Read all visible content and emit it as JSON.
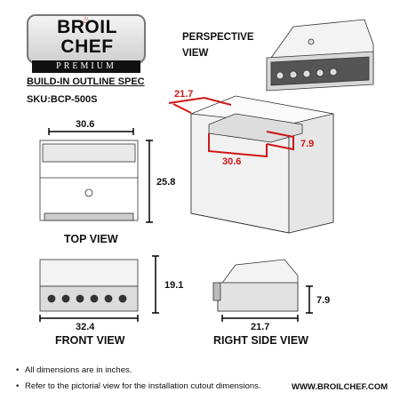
{
  "logo": {
    "line1": "BROIL",
    "line2": "CHEF",
    "sub": "PREMIUM"
  },
  "spec_title": "BUILD-IN OUTLINE SPEC",
  "sku": "SKU:BCP-500S",
  "perspective": {
    "line1": "PERSPECTIVE",
    "line2": "VIEW"
  },
  "cutout": {
    "depth": "21.7",
    "height": "7.9",
    "width": "30.6",
    "color": "#d01616"
  },
  "top_view": {
    "title": "TOP VIEW",
    "width": "30.6",
    "depth": "25.8"
  },
  "front_view": {
    "title": "FRONT VIEW",
    "width": "32.4",
    "height": "19.1"
  },
  "right_side_view": {
    "title": "RIGHT SIDE VIEW",
    "depth": "21.7",
    "height": "7.9"
  },
  "notes": [
    "All dimensions are in inches.",
    "Refer to the pictorial view for the installation cutout dimensions."
  ],
  "website": "WWW.BROILCHEF.COM"
}
